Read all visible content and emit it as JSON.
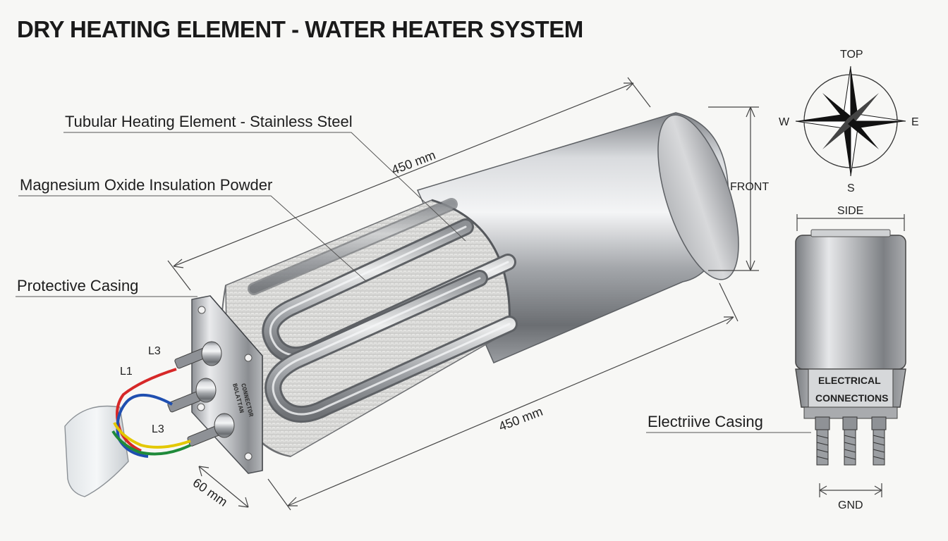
{
  "title": "DRY HEATING ELEMENT - WATER HEATER SYSTEM",
  "callouts": {
    "tubular": "Tubular Heating Element - Stainless Steel",
    "insulation": "Magnesium Oxide Insulation Powder",
    "protective": "Protective Casing",
    "electrive": "Electriive Casing"
  },
  "dimensions": {
    "top_length": "450 mm",
    "bottom_length": "450 mm",
    "flange": "60 mm"
  },
  "wires": {
    "l3_top": "L3",
    "l1": "L1",
    "l3_bottom": "L3"
  },
  "flange_stamp": {
    "line1": "BOLATTAN",
    "line2": "CONNECTOR"
  },
  "compass": {
    "top": "TOP",
    "west": "W",
    "east": "E",
    "south": "S"
  },
  "views": {
    "front": "FRONT",
    "side": "SIDE",
    "gnd": "GND",
    "connections_line1": "ELECTRICAL",
    "connections_line2": "CONNECTIONS"
  },
  "colors": {
    "wire_red": "#d62828",
    "wire_blue": "#1f4fb0",
    "wire_yellow": "#e3c800",
    "wire_green": "#1f8a3a"
  }
}
